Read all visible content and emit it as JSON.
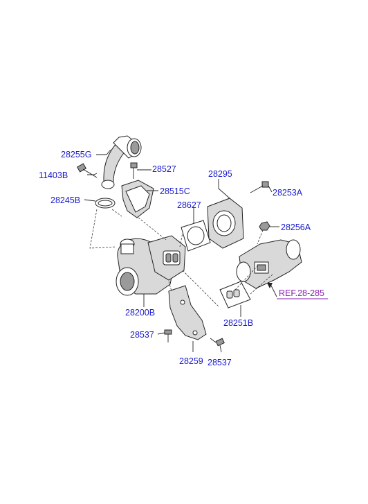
{
  "colors": {
    "label": "#1a1acc",
    "reference_link": "#8a1fb3",
    "line": "#222222"
  },
  "callouts": {
    "p28255G": "28255G",
    "p11403B": "11403B",
    "p28527": "28527",
    "p28515C": "28515C",
    "p28245B": "28245B",
    "p28295": "28295",
    "p28253A": "28253A",
    "p28627": "28627",
    "p28256A": "28256A",
    "p28200B": "28200B",
    "p28251B": "28251B",
    "p28537a": "28537",
    "p28259": "28259",
    "p28537b": "28537"
  },
  "reference_link": "REF.28-285"
}
